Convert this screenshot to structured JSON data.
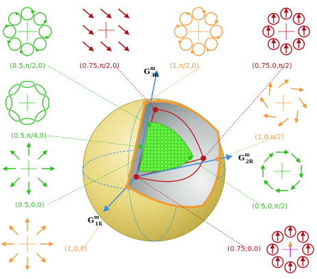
{
  "colors": {
    "green": "#2fbf1f",
    "red": "#b0101a",
    "orange": "#f29a3a",
    "blue": "#3f8fd9",
    "magenta": "#c030c0",
    "sphere": "#e4d374",
    "core": "#4fe52a",
    "shell": "#c7cccc"
  },
  "axes": {
    "g3": {
      "main": "G",
      "sup": "m",
      "sub": "3R"
    },
    "g2": {
      "main": "G",
      "sup": "m",
      "sub": "2R"
    },
    "g1": {
      "main": "G",
      "sup": "m",
      "sub": "1R"
    }
  },
  "labels": {
    "l_05_pi2_0": "(0.5,π/2,0)",
    "l_075_pi2_0": "(0.75,π/2,0)",
    "l_1_pi2_0": "(1,π/2,0)",
    "l_075_0_pi2": "(0.75,0,π/2)",
    "l_05_pi4_0": "(0.5,π/4,0)",
    "l_1_0_pi2": "(1,0,π/2)",
    "l_05_0_0": "(0.5,0,0)",
    "l_05_0_pi2": "(0.5,0,π/2)",
    "l_1_0_0": "(1,0,0)",
    "l_075_0_0": "(0.75,0,0)"
  },
  "icons": [
    "circular-arrows-ring-icon",
    "diagonal-arrow-field-icon",
    "radial-arrows-icon",
    "elliptical-arrows-icon",
    "vortex-arrows-icon"
  ]
}
